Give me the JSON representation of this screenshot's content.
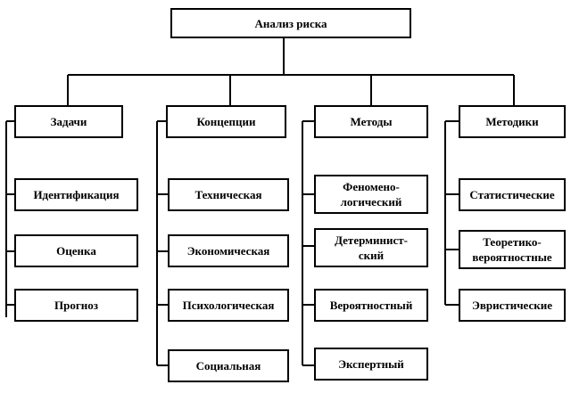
{
  "root": "Анализ риска",
  "branches": [
    {
      "title": "Задачи",
      "items": [
        "Идентификация",
        "Оценка",
        "Прогноз"
      ]
    },
    {
      "title": "Концепции",
      "items": [
        "Техническая",
        "Экономическая",
        "Психологическая",
        "Социальная"
      ]
    },
    {
      "title": "Методы",
      "items": [
        [
          "Феномено-",
          "логический"
        ],
        [
          "Детерминист-",
          "ский"
        ],
        "Вероятностный",
        "Экспертный"
      ]
    },
    {
      "title": "Методики",
      "items": [
        "Статистические",
        [
          "Теоретико-",
          "вероятностные"
        ],
        "Эвристические"
      ]
    }
  ]
}
